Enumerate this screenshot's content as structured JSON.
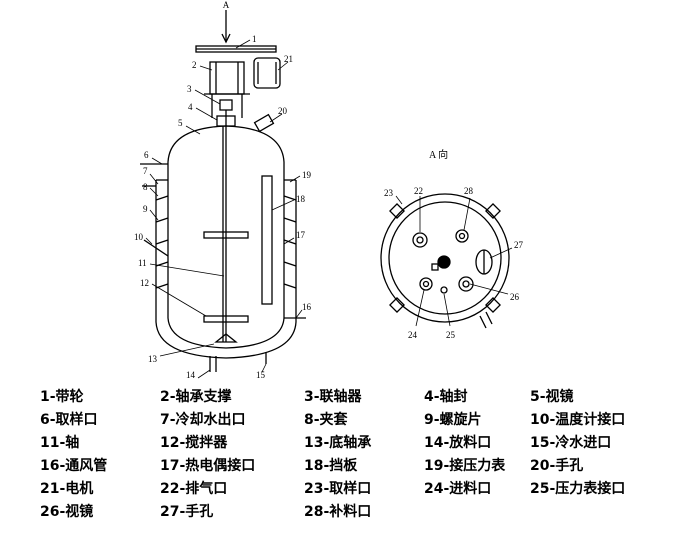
{
  "view_label": "A 向",
  "arrow_label": "A",
  "callouts": {
    "c1": "1",
    "c2": "2",
    "c3": "3",
    "c4": "4",
    "c5": "5",
    "c6": "6",
    "c7": "7",
    "c8": "8",
    "c9": "9",
    "c10": "10",
    "c11": "11",
    "c12": "12",
    "c13": "13",
    "c14": "14",
    "c15": "15",
    "c16": "16",
    "c17": "17",
    "c18": "18",
    "c19": "19",
    "c20": "20",
    "c21": "21",
    "c22": "22",
    "c23": "23",
    "c24": "24",
    "c25": "25",
    "c26": "26",
    "c27": "27",
    "c28": "28"
  },
  "legend": [
    [
      "1-带轮",
      "2-轴承支撑",
      "3-联轴器",
      "4-轴封",
      "5-视镜"
    ],
    [
      "6-取样口",
      "7-冷却水出口",
      "8-夹套",
      "9-螺旋片",
      "10-温度计接口"
    ],
    [
      "11-轴",
      "12-搅拌器",
      "13-底轴承",
      "14-放料口",
      "15-冷水进口"
    ],
    [
      "16-通风管",
      "17-热电偶接口",
      "18-挡板",
      "19-接压力表",
      "20-手孔"
    ],
    [
      "21-电机",
      "22-排气口",
      "23-取样口",
      "24-进料口",
      "25-压力表接口"
    ],
    [
      "26-视镜",
      "27-手孔",
      "28-补料口"
    ]
  ]
}
